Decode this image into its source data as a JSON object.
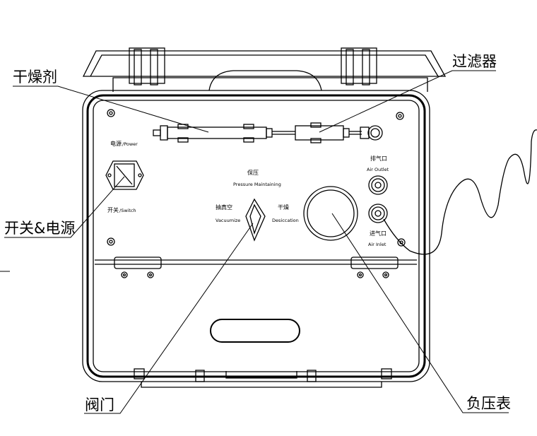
{
  "callouts": {
    "desiccant": "干燥剂",
    "filter": "过滤器",
    "switch_power": "开关&电源",
    "valve": "阀门",
    "gauge": "负压表"
  },
  "panel": {
    "power_cn": "电源",
    "power_en": "/Power",
    "switch_cn": "开关",
    "switch_en": "/Switch",
    "pressure_cn": "保压",
    "pressure_en": "Pressure Maintaining",
    "vacuum_cn": "抽真空",
    "vacuum_en": "Vacuumize",
    "dry_cn": "干燥",
    "dry_en": "Desiccation",
    "outlet_cn": "排气口",
    "outlet_en": "Air Outlet",
    "inlet_cn": "进气口",
    "inlet_en": "Air Inlet"
  }
}
